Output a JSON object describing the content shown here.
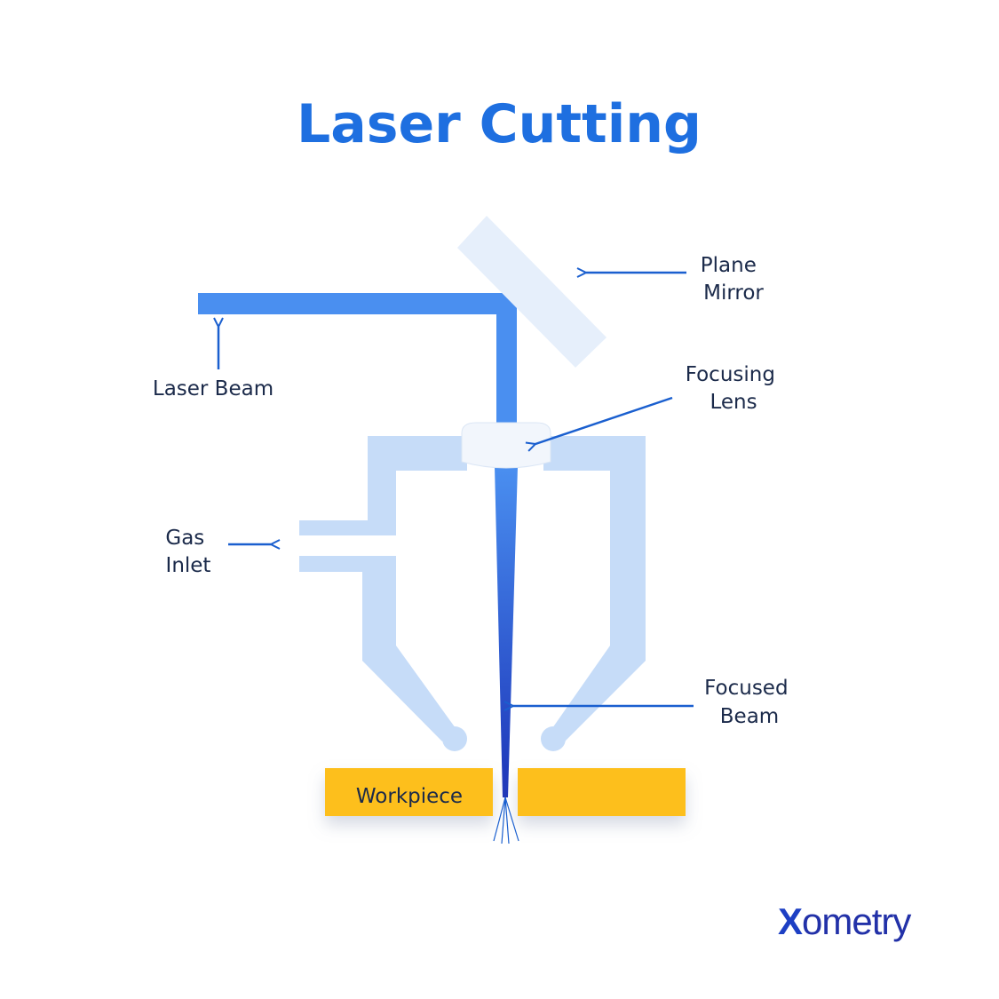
{
  "title": "Laser Cutting",
  "labels": {
    "plane_mirror": [
      "Plane",
      "Mirror"
    ],
    "laser_beam": "Laser Beam",
    "focusing_lens": [
      "Focusing",
      "Lens"
    ],
    "gas_inlet": [
      "Gas",
      "Inlet"
    ],
    "focused_beam": [
      "Focused",
      "Beam"
    ],
    "workpiece": "Workpiece"
  },
  "logo": {
    "text": "Xometry",
    "mark": "X",
    "rest": "ometry"
  },
  "colors": {
    "title": "#1e6fe0",
    "label": "#1b2a4a",
    "arrow": "#1a5fcf",
    "beam": "#4a8ff0",
    "beam_focused_top": "#4a8ff0",
    "beam_focused_bottom": "#1c34b8",
    "nozzle": "#c6dcf8",
    "mirror": "#e6effb",
    "lens": "#f2f6fc",
    "workpiece": "#fdbf1c",
    "logo": "#2231a8"
  }
}
